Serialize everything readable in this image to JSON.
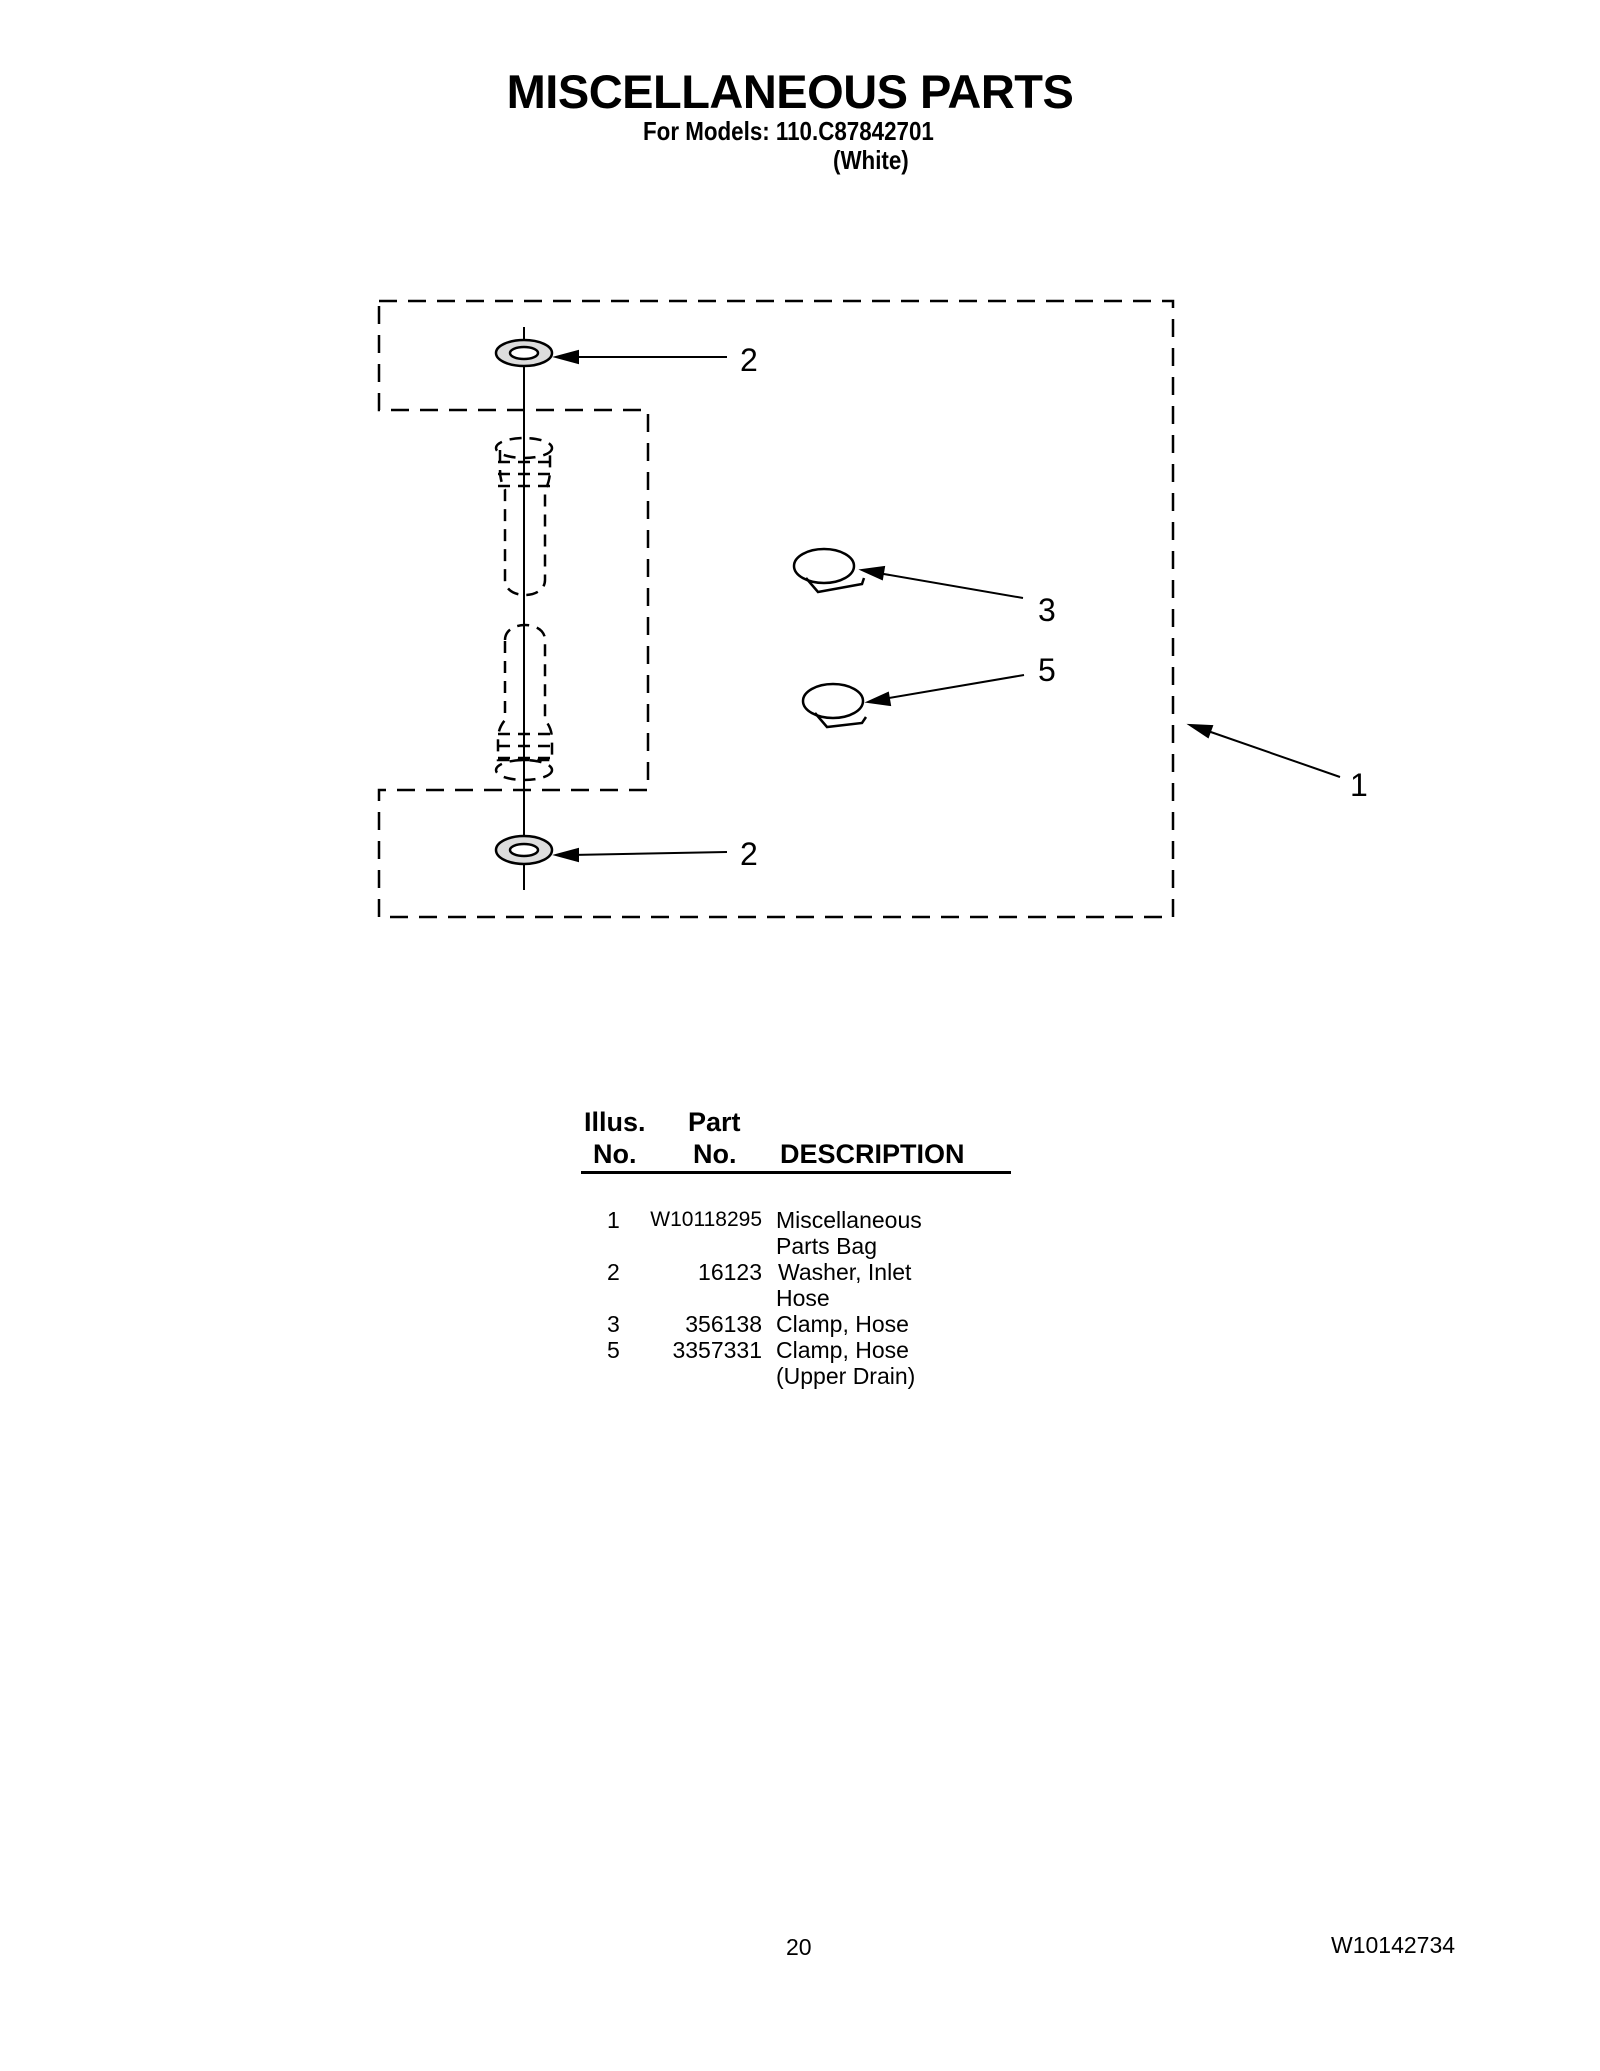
{
  "header": {
    "title": "MISCELLANEOUS PARTS",
    "models": "For Models: 110.C87842701",
    "variant": "(White)"
  },
  "diagram": {
    "callouts": [
      "2",
      "2",
      "3",
      "5",
      "1"
    ]
  },
  "parts_table": {
    "headers": {
      "illus_line1": "Illus.",
      "illus_line2": "No.",
      "part_line1": "Part",
      "part_line2": "No.",
      "description": "DESCRIPTION"
    },
    "rows": [
      {
        "illus_no": "1",
        "part_no": "W10118295",
        "description": [
          "Miscellaneous",
          "Parts Bag"
        ]
      },
      {
        "illus_no": "2",
        "part_no": "16123",
        "description": [
          "Washer, Inlet",
          "Hose"
        ]
      },
      {
        "illus_no": "3",
        "part_no": "356138",
        "description": [
          "Clamp, Hose"
        ]
      },
      {
        "illus_no": "5",
        "part_no": "3357331",
        "description": [
          "Clamp, Hose",
          "(Upper Drain)"
        ]
      }
    ]
  },
  "footer": {
    "page_number": "20",
    "doc_number": "W10142734"
  }
}
